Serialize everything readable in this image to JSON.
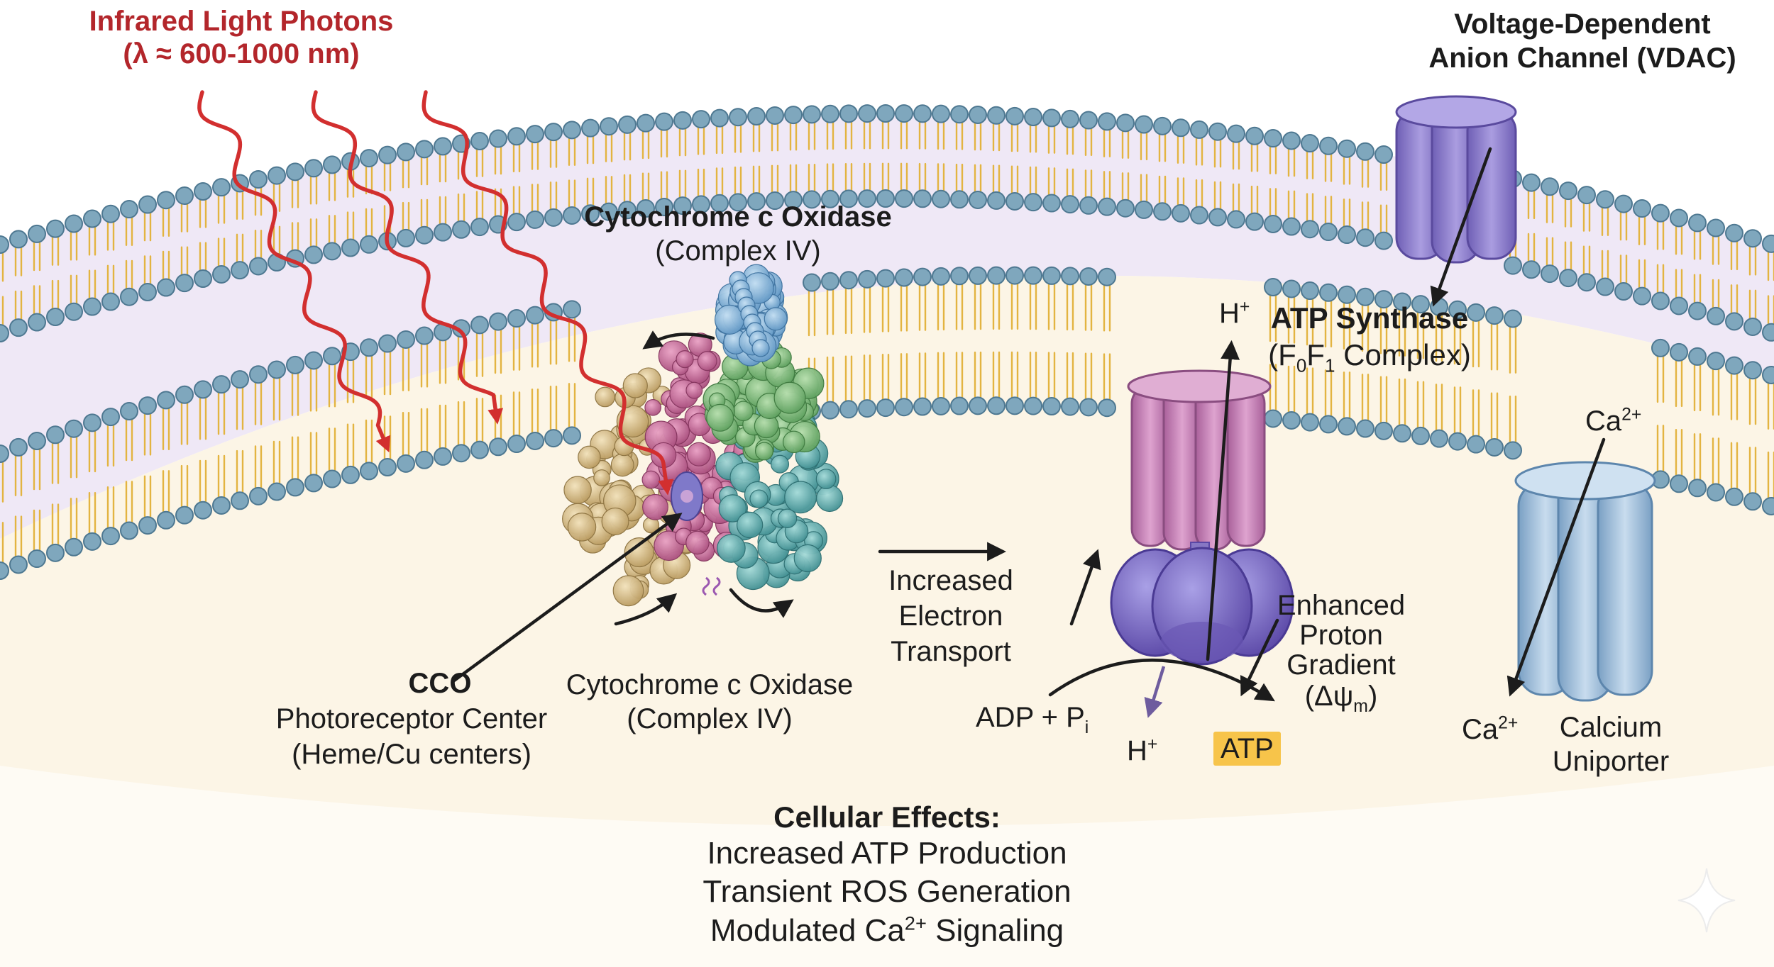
{
  "labels": {
    "infrared_title": "Infrared Light Photons",
    "infrared_wavelength": "(λ ≈ 600-1000 nm)",
    "cco_top_title": "Cytochrome c Oxidase",
    "cco_top_subtitle": "(Complex IV)",
    "cco_bottom_title": "Cytochrome c Oxidase",
    "cco_bottom_subtitle": "(Complex IV)",
    "cco_abbrev": "CCO",
    "photoreceptor_line1": "Photoreceptor Center",
    "photoreceptor_line2": "(Heme/Cu centers)",
    "vdac_line1": "Voltage-Dependent",
    "vdac_line2": "Anion Channel (VDAC)",
    "atp_synthase_title": "ATP Synthase",
    "atp_synthase_subtitle_pre": "(F",
    "atp_synthase_sub0": "0",
    "atp_synthase_mid": "F",
    "atp_synthase_sub1": "1",
    "atp_synthase_subtitle_post": " Complex)",
    "h_plus_top_base": "H",
    "h_plus_top_sup": "+",
    "h_plus_bottom_base": "H",
    "h_plus_bottom_sup": "+",
    "electron_line1": "Increased",
    "electron_line2": "Electron",
    "electron_line3": "Transport",
    "gradient_line1": "Enhanced",
    "gradient_line2": "Proton",
    "gradient_line3": "Gradient",
    "gradient_symbol_pre": "(Δψ",
    "gradient_symbol_sub": "m",
    "gradient_symbol_post": ")",
    "adp_base": "ADP + P",
    "adp_sub": "i",
    "atp": "ATP",
    "ca_top_base": "Ca",
    "ca_top_sup": "2+",
    "ca_bottom_base": "Ca",
    "ca_bottom_sup": "2+",
    "uniporter_line1": "Calcium",
    "uniporter_line2": "Uniporter",
    "effects_title": "Cellular Effects:",
    "effect_1": "Increased ATP Production",
    "effect_2": "Transient ROS Generation",
    "effect_3_pre": "Modulated Ca",
    "effect_3_sup": "2+",
    "effect_3_post": " Signaling"
  },
  "colors": {
    "photon_red": "#d22f2f",
    "lipid_head": "#7fa7bd",
    "lipid_tail": "#e3b441",
    "intermembrane_space": "#efe8f6",
    "matrix": "#fcf5e6",
    "atp_highlight": "#f7c44a",
    "vdac_purple": "#8d7cc9",
    "atp_synthase_pink": "#c683b5",
    "atp_synthase_head": "#7b67c2",
    "uniporter_blue": "#9cbcd9",
    "cco_tan": "#d9c08f",
    "cco_pink": "#cc6f9c",
    "cco_green": "#86c184",
    "cco_teal": "#6fb7b6",
    "cco_blue": "#8fbadf"
  },
  "icons": [
    "photon-wave-icon",
    "sparkle-icon"
  ]
}
